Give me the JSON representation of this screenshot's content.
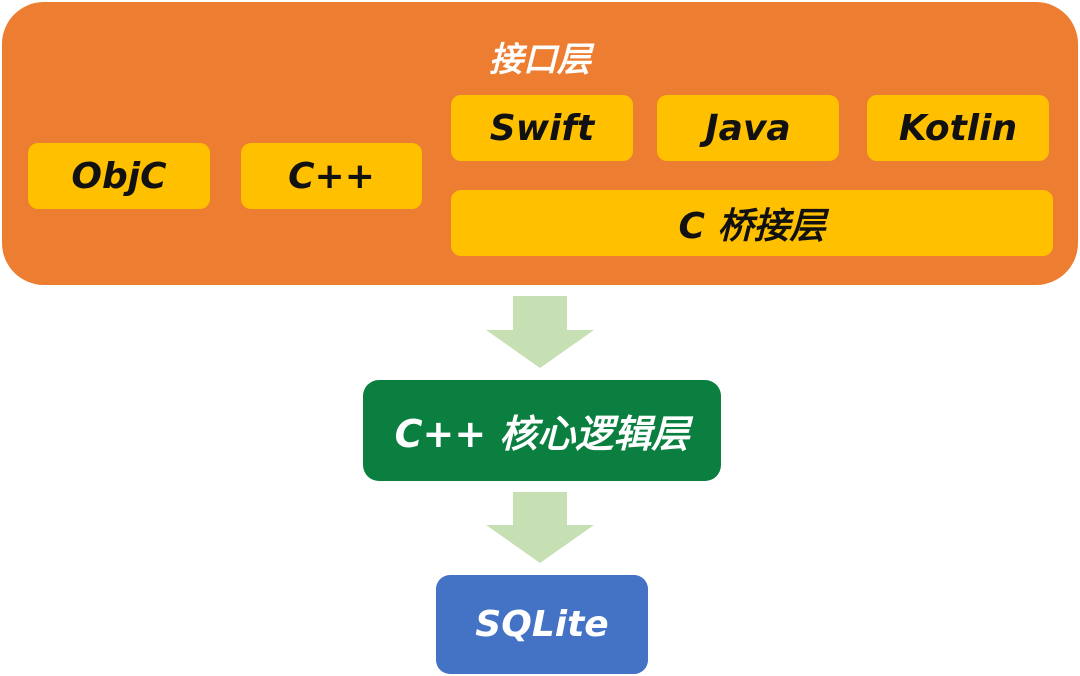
{
  "colors": {
    "interface_layer": "#ED7D31",
    "language_box": "#FFC000",
    "core_layer": "#0A7F3F",
    "sqlite_box": "#4472C4",
    "arrow": "#C6E0B4"
  },
  "interface_layer": {
    "title": "接口层",
    "boxes": {
      "objc": "ObjC",
      "cpp": "C++",
      "swift": "Swift",
      "java": "Java",
      "kotlin": "Kotlin",
      "c_bridge": "C 桥接层"
    }
  },
  "core_layer": {
    "label": "C++ 核心逻辑层"
  },
  "storage_layer": {
    "label": "SQLite"
  }
}
